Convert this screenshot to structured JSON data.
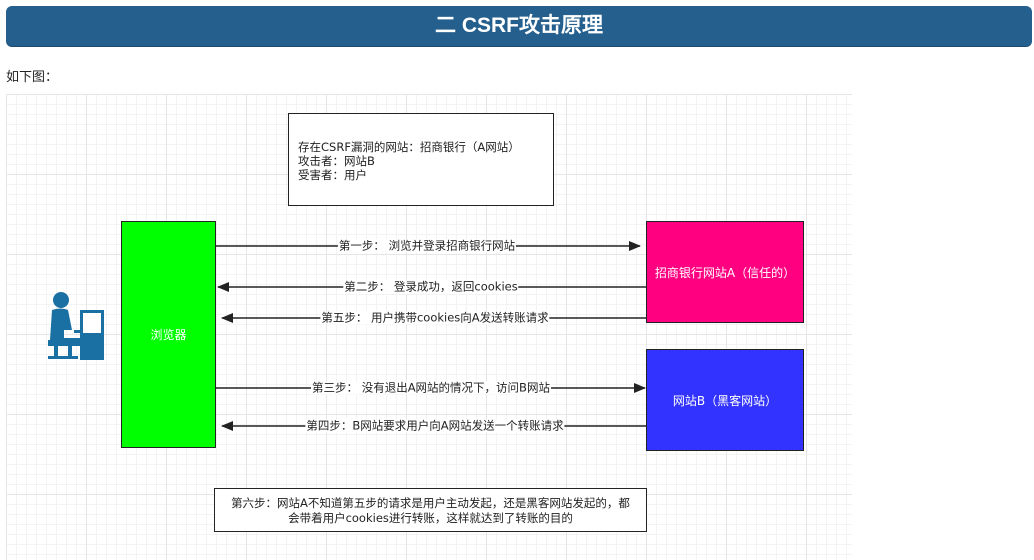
{
  "header": {
    "title": "二 CSRF攻击原理"
  },
  "intro": {
    "text": "如下图："
  },
  "diagram": {
    "info_box": {
      "lines": [
        "存在CSRF漏洞的网站：招商银行（A网站）",
        "攻击者：网站B",
        "受害者：用户"
      ]
    },
    "browser_label": "浏览器",
    "bank_label": "招商银行网站A（信任的）",
    "hacker_label": "网站B（黑客网站）",
    "steps": {
      "step1": "第一步： 浏览并登录招商银行网站",
      "step2": "第二步： 登录成功，返回cookies",
      "step5": "第五步： 用户携带cookies向A发送转账请求",
      "step3": "第三步： 没有退出A网站的情况下，访问B网站",
      "step4": "第四步：B网站要求用户向A网站发送一个转账请求"
    },
    "step6_lines": [
      "第六步：网站A不知道第五步的请求是用户主动发起，还是黑客网站发起的，都",
      "会带着用户cookies进行转账，这样就达到了转账的目的"
    ],
    "colors": {
      "browser": "#00ff00",
      "bank": "#ff0080",
      "hacker": "#3333ff",
      "user_icon": "#1a6fa3",
      "banner": "#255f8e"
    },
    "icons": [
      "user-at-computer-icon"
    ]
  }
}
